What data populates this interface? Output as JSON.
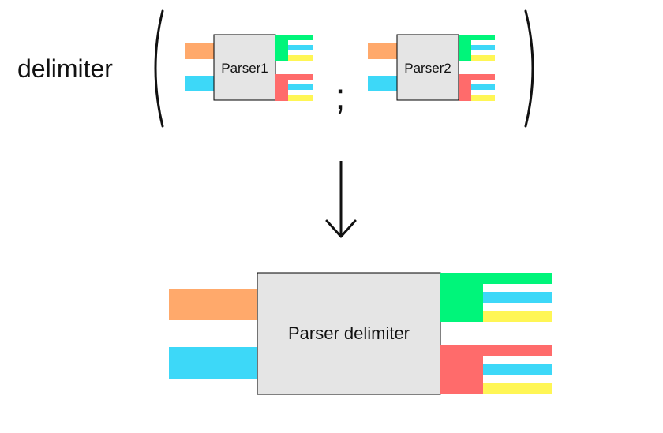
{
  "left_label": "delimiter",
  "separator": ";",
  "parsers": [
    {
      "label": "Parser1"
    },
    {
      "label": "Parser2"
    }
  ],
  "result": {
    "label": "Parser delimiter"
  },
  "colors": {
    "input_top": "#FFA96B",
    "input_bottom": "#3DD8F8",
    "out_green": "#00F57A",
    "out_cyan": "#3DD8F8",
    "out_yellow": "#FFF655",
    "out_red": "#FF6B6B",
    "box_fill": "#E5E5E5",
    "stroke": "#000000"
  }
}
